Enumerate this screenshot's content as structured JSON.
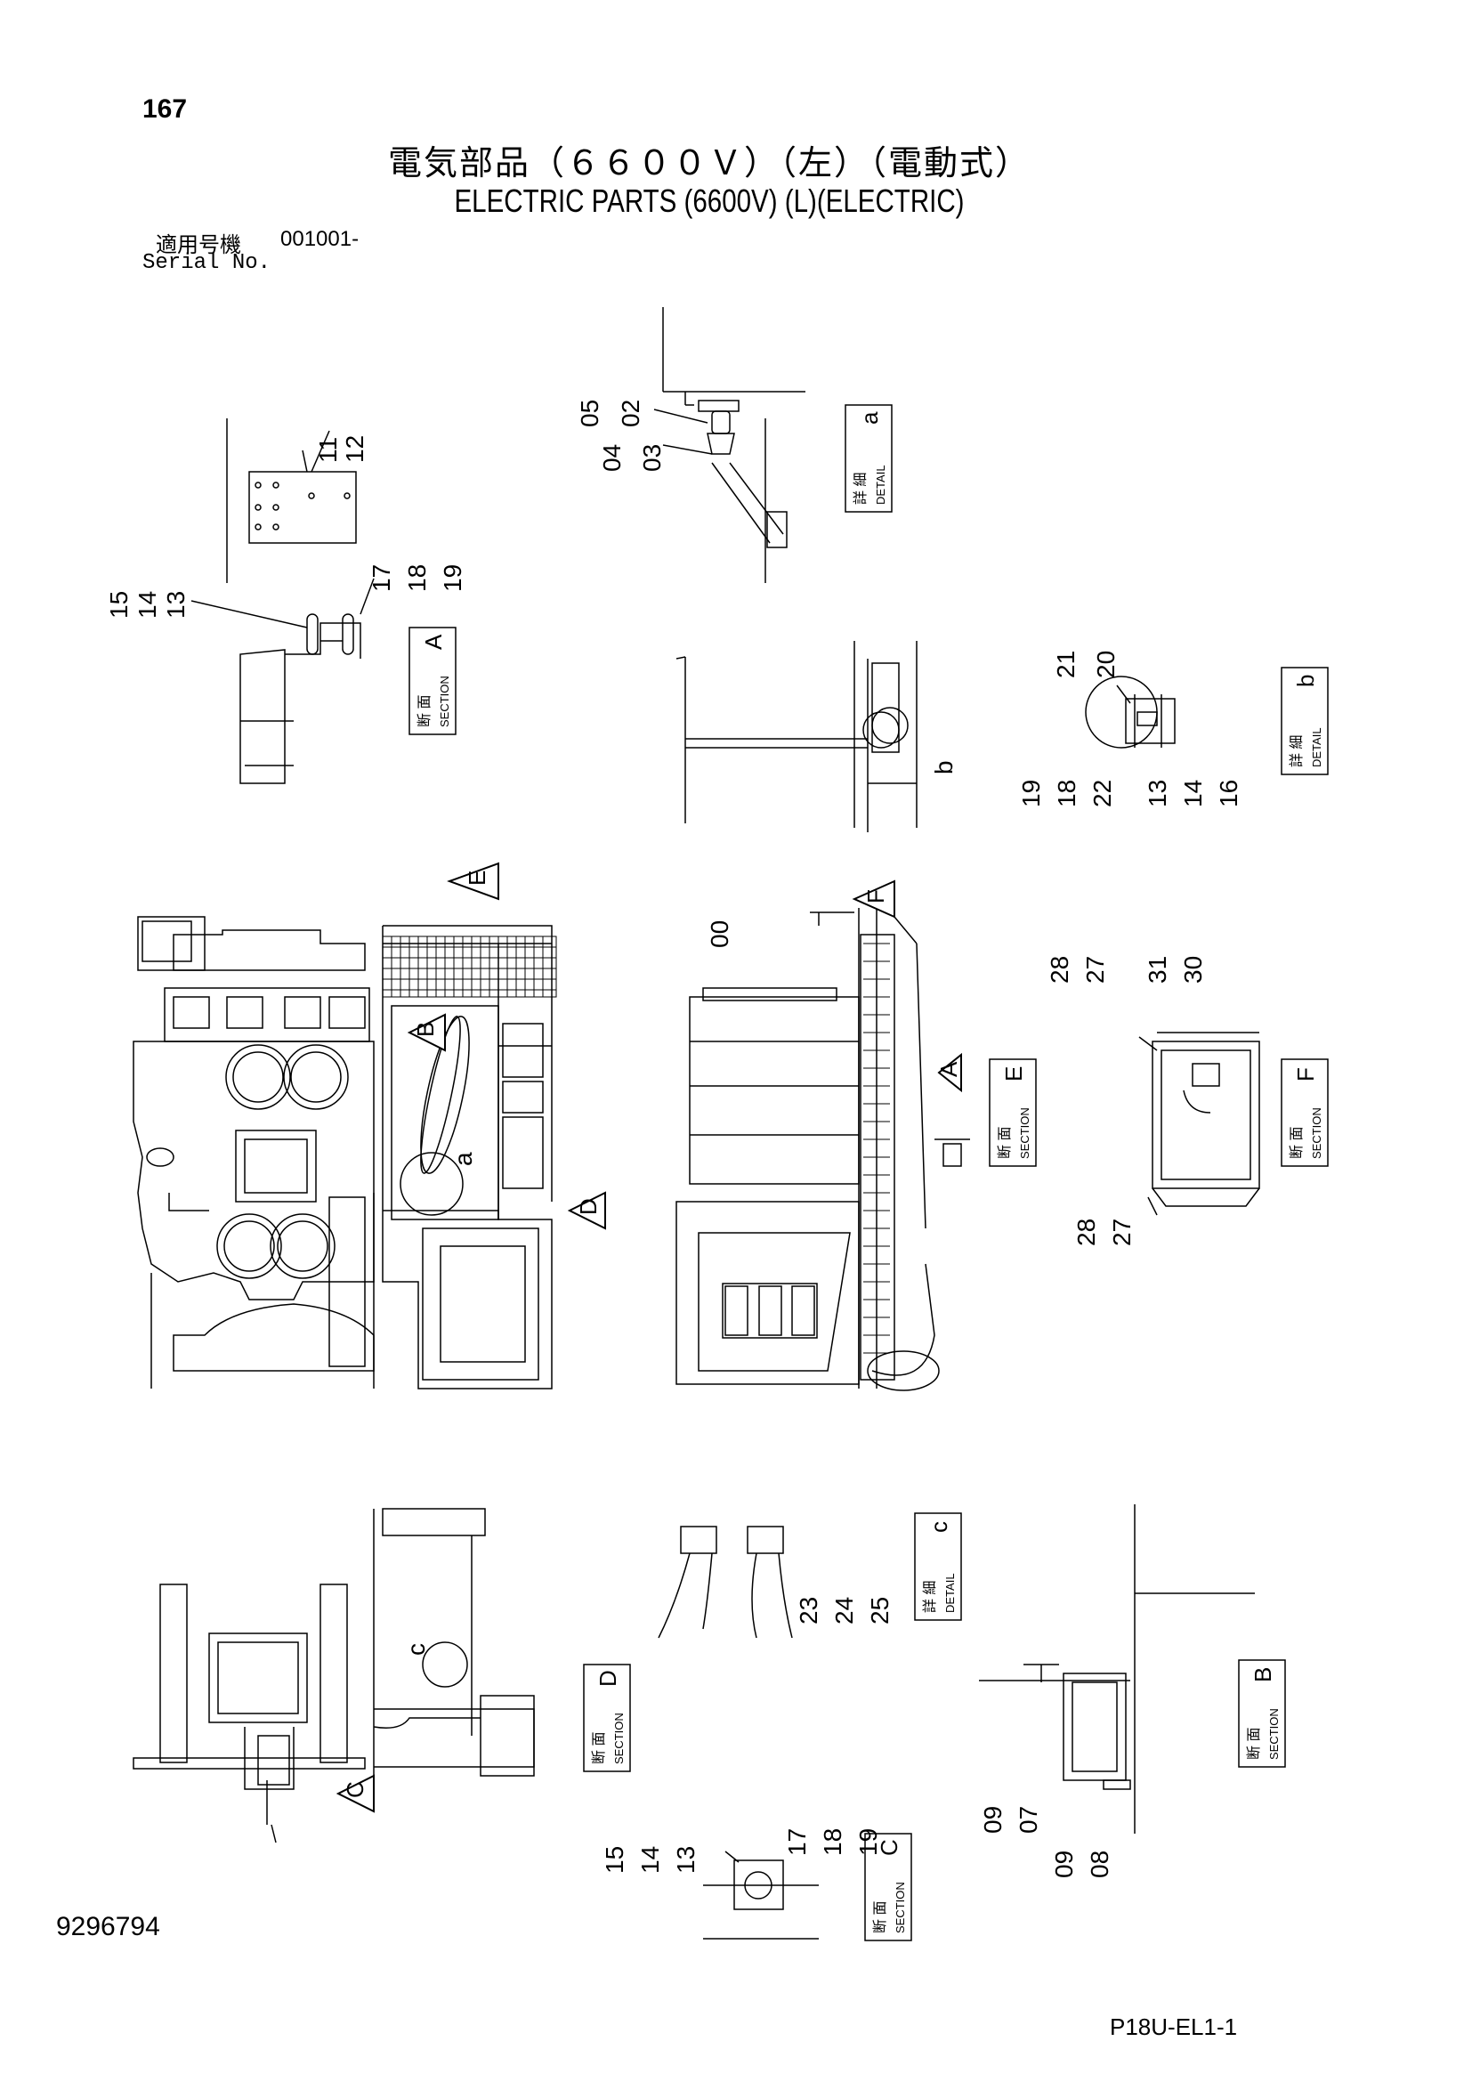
{
  "header": {
    "page_number": "167",
    "title_jp": "電気部品（６６００Ｖ）（左）（電動式）",
    "title_en": "ELECTRIC PARTS (6600V) (L)(ELECTRIC)",
    "serial_label_jp": "適用号機",
    "serial_value": "001001-",
    "serial_label_en": "Serial No."
  },
  "footer": {
    "doc_number": "9296794",
    "sheet_code": "P18U-EL1-1"
  },
  "tag_words": {
    "section_jp": "断 面",
    "section_en": "SECTION",
    "detail_jp": "詳 細",
    "detail_en": "DETAIL"
  },
  "view_tags": [
    {
      "kind": "section",
      "letter": "A"
    },
    {
      "kind": "section",
      "letter": "B"
    },
    {
      "kind": "section",
      "letter": "C"
    },
    {
      "kind": "section",
      "letter": "D"
    },
    {
      "kind": "section",
      "letter": "E"
    },
    {
      "kind": "section",
      "letter": "F"
    },
    {
      "kind": "detail",
      "letter": "a"
    },
    {
      "kind": "detail",
      "letter": "b"
    },
    {
      "kind": "detail",
      "letter": "c"
    }
  ],
  "view_arrows": [
    "A",
    "B",
    "C",
    "D",
    "E",
    "F"
  ],
  "detail_circles": [
    "a",
    "b",
    "c"
  ],
  "callouts": {
    "sectionA_top": [
      "11",
      "12"
    ],
    "sectionA_left": [
      "15",
      "14",
      "13"
    ],
    "sectionA_right": [
      "17",
      "18",
      "19"
    ],
    "detailA_left": [
      "05",
      "02",
      "04",
      "03"
    ],
    "detailB_top": [
      "21",
      "20"
    ],
    "detailB_bottom": [
      "19",
      "18",
      "22",
      "13",
      "14",
      "16"
    ],
    "main_view": [
      "00"
    ],
    "sectionF_top": [
      "28",
      "27",
      "31",
      "30"
    ],
    "sectionF_bottom": [
      "28",
      "27"
    ],
    "detailC": [
      "23",
      "24",
      "25"
    ],
    "sectionC_left": [
      "15",
      "14",
      "13"
    ],
    "sectionC_right": [
      "17",
      "18",
      "19"
    ],
    "sectionB_bottom": [
      "09",
      "07",
      "09",
      "08"
    ]
  }
}
